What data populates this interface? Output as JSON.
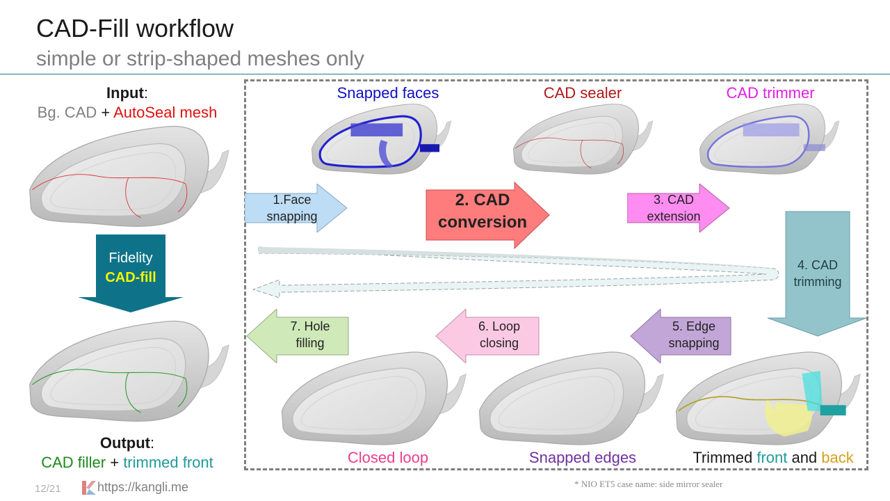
{
  "header": {
    "title": "CAD-Fill workflow",
    "subtitle": "simple or strip-shaped meshes only"
  },
  "input": {
    "heading": "Input",
    "colon": ":",
    "part1": "Bg. CAD",
    "plus": " + ",
    "part2": "AutoSeal mesh"
  },
  "fidelity_arrow": {
    "line1": "Fidelity",
    "line2": "CAD-fill"
  },
  "output": {
    "heading": "Output",
    "colon": ":",
    "part1": "CAD filler",
    "plus": " + ",
    "part2": "trimmed front"
  },
  "image_captions": {
    "snapped_faces": "Snapped faces",
    "cad_sealer": "CAD sealer",
    "cad_trimmer": "CAD trimmer",
    "closed_loop": "Closed loop",
    "snapped_edges": "Snapped edges",
    "trimmed_prefix": "Trimmed ",
    "trimmed_front": "front",
    "trimmed_and": " and ",
    "trimmed_back": "back"
  },
  "steps": [
    {
      "line1": "1.Face",
      "line2": "snapping",
      "color": "#bddcf5"
    },
    {
      "line1": "2. CAD",
      "line2": "conversion",
      "color": "#ff7c7c"
    },
    {
      "line1": "3. CAD",
      "line2": "extension",
      "color": "#ff8cf0"
    },
    {
      "line1": "4. CAD",
      "line2": "trimming",
      "color": "#93c4cb"
    },
    {
      "line1": "5. Edge",
      "line2": "snapping",
      "color": "#c3a6d8"
    },
    {
      "line1": "6. Loop",
      "line2": "closing",
      "color": "#fcc9e4"
    },
    {
      "line1": "7. Hole",
      "line2": "filling",
      "color": "#cfe9b8"
    }
  ],
  "colors": {
    "accent_teal": "#0e7389",
    "fidelity_yellow": "#f6f600",
    "snapped_faces_blue": "#1010c8",
    "cad_sealer_red": "#b01818",
    "cad_trimmer_magenta": "#e020e0",
    "closed_loop_pink": "#e8408c",
    "snapped_edges_purple": "#7030a0",
    "front_teal": "#1f9a9a",
    "back_gold": "#d4a020",
    "autoseal_red": "#e01010",
    "filler_green": "#1a8a1a"
  },
  "footer": {
    "page": "12/21",
    "url": "https://kangli.me",
    "footnote": "* NIO ET5 case name: side mirror sealer"
  }
}
